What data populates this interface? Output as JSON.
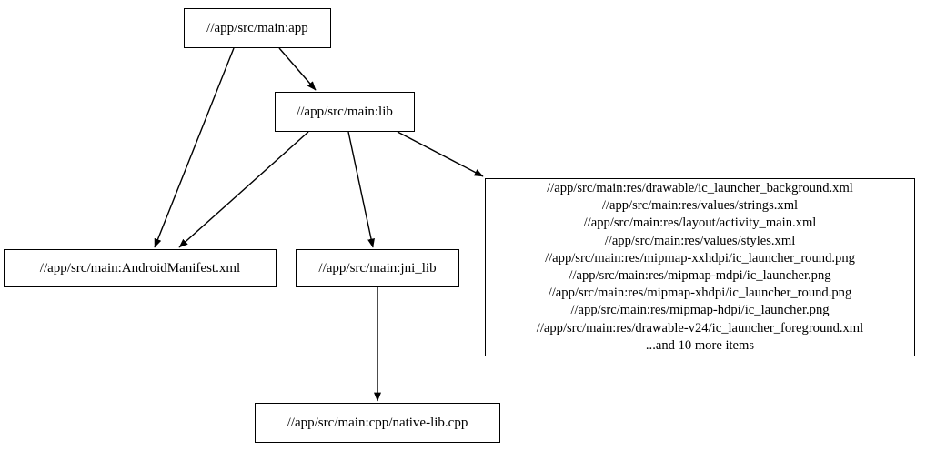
{
  "graph": {
    "type": "directed-dependency-graph",
    "background_color": "#ffffff",
    "node_border_color": "#000000",
    "edge_color": "#000000",
    "text_color": "#000000",
    "nodes": [
      {
        "id": "app",
        "label": "//app/src/main:app"
      },
      {
        "id": "lib",
        "label": "//app/src/main:lib"
      },
      {
        "id": "manifest",
        "label": "//app/src/main:AndroidManifest.xml"
      },
      {
        "id": "jni_lib",
        "label": "//app/src/main:jni_lib"
      },
      {
        "id": "cpp",
        "label": "//app/src/main:cpp/native-lib.cpp"
      },
      {
        "id": "res",
        "label": "//app/src/main:res/drawable/ic_launcher_background.xml\n//app/src/main:res/values/strings.xml\n//app/src/main:res/layout/activity_main.xml\n//app/src/main:res/values/styles.xml\n//app/src/main:res/mipmap-xxhdpi/ic_launcher_round.png\n//app/src/main:res/mipmap-mdpi/ic_launcher.png\n//app/src/main:res/mipmap-xhdpi/ic_launcher_round.png\n//app/src/main:res/mipmap-hdpi/ic_launcher.png\n//app/src/main:res/drawable-v24/ic_launcher_foreground.xml\n...and 10 more items",
        "lines": [
          "//app/src/main:res/drawable/ic_launcher_background.xml",
          "//app/src/main:res/values/strings.xml",
          "//app/src/main:res/layout/activity_main.xml",
          "//app/src/main:res/values/styles.xml",
          "//app/src/main:res/mipmap-xxhdpi/ic_launcher_round.png",
          "//app/src/main:res/mipmap-mdpi/ic_launcher.png",
          "//app/src/main:res/mipmap-xhdpi/ic_launcher_round.png",
          "//app/src/main:res/mipmap-hdpi/ic_launcher.png",
          "//app/src/main:res/drawable-v24/ic_launcher_foreground.xml",
          "...and 10 more items"
        ]
      }
    ],
    "edges": [
      {
        "from": "app",
        "to": "lib"
      },
      {
        "from": "app",
        "to": "manifest"
      },
      {
        "from": "lib",
        "to": "manifest"
      },
      {
        "from": "lib",
        "to": "jni_lib"
      },
      {
        "from": "lib",
        "to": "res"
      },
      {
        "from": "jni_lib",
        "to": "cpp"
      }
    ]
  }
}
